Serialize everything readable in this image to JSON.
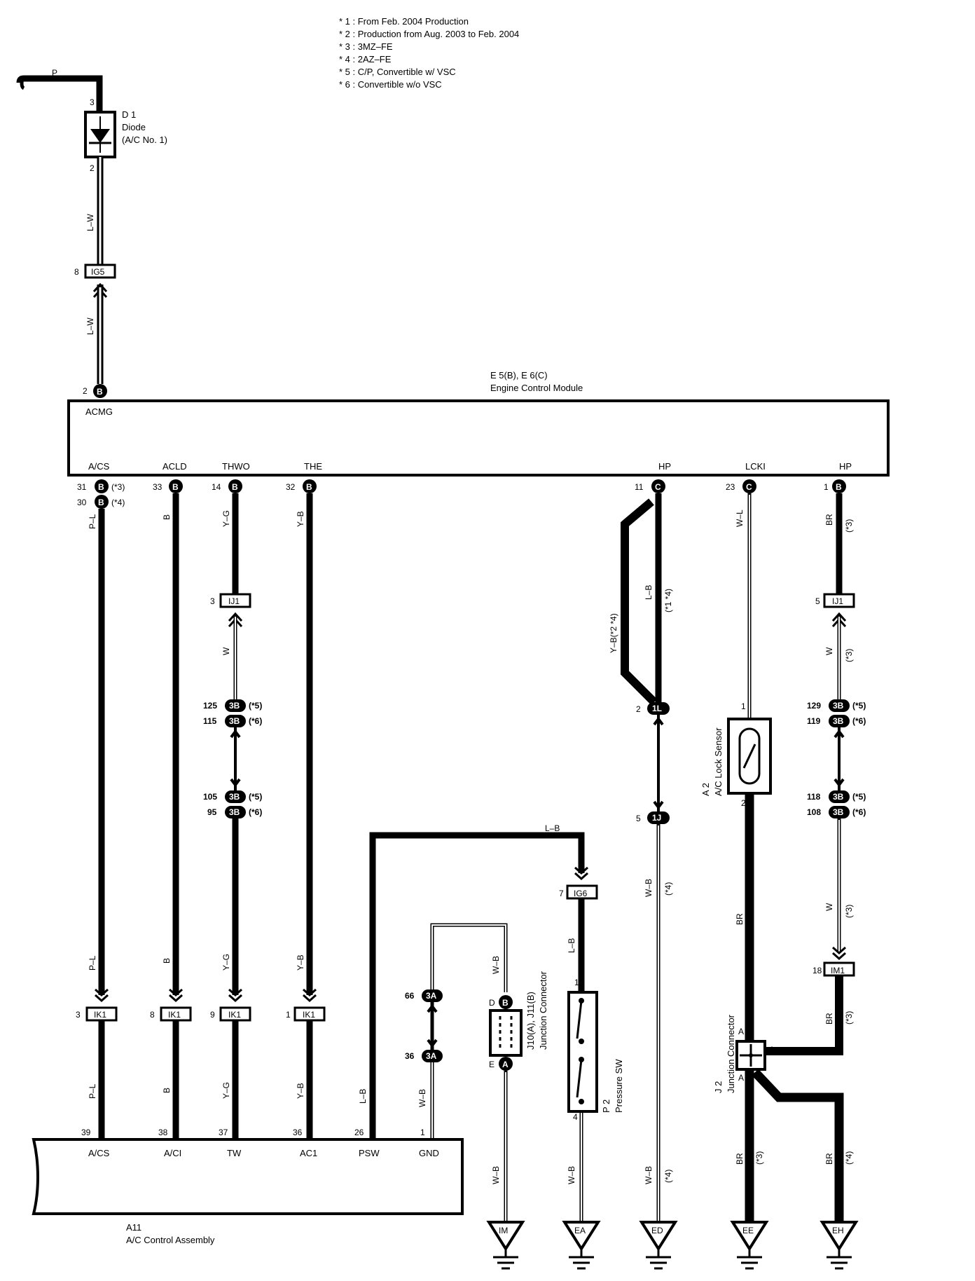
{
  "notes": [
    "* 1 : From Feb.  2004 Production",
    "* 2 : Production from Aug.  2003 to Feb.  2004",
    "* 3 : 3MZ–FE",
    "* 4 : 2AZ–FE",
    "* 5 : C/P,  Convertible w/ VSC",
    "* 6 : Convertible w/o VSC"
  ],
  "diode": {
    "ref": "D 1",
    "name": "Diode",
    "sub": "(A/C No. 1)",
    "pin_top": "3",
    "pin_bottom": "2"
  },
  "ecm": {
    "ref": "E 5(B), E 6(C)",
    "name": "Engine Control Module",
    "top_pin": "2",
    "top_conn": "B",
    "top_term": "ACMG",
    "terms": [
      "A/CS",
      "ACLD",
      "THWO",
      "THE",
      "HP",
      "LCKI",
      "HP"
    ],
    "pins": [
      "31",
      "33",
      "14",
      "32",
      "11",
      "23",
      "1"
    ],
    "conns": [
      "B",
      "B",
      "B",
      "B",
      "C",
      "C",
      "B"
    ],
    "pin_extra": "30",
    "pin_extra_conn": "B",
    "note_31": "(*3)",
    "note_30": "(*4)"
  },
  "ac_ctrl": {
    "ref": "A11",
    "name": "A/C Control Assembly",
    "terms": [
      "A/CS",
      "A/CI",
      "TW",
      "AC1",
      "PSW",
      "GND"
    ],
    "pins": [
      "39",
      "38",
      "37",
      "36",
      "26",
      "1"
    ]
  },
  "wires": {
    "p": "P",
    "lw1": "L–W",
    "lw2": "L–W",
    "pl1": "P–L",
    "pl2": "P–L",
    "pl3": "P–L",
    "b1": "B",
    "b2": "B",
    "b3": "B",
    "yg1": "Y–G",
    "yg2": "Y–G",
    "yg3": "Y–G",
    "w_thwo": "W",
    "yb1": "Y–B",
    "yb2": "Y–B",
    "yb3": "Y–B",
    "lb_psw": "L–B",
    "lb_top": "L–B",
    "lb_ig6": "L–B",
    "wb_gnd": "W–B",
    "wb_j": "W–B",
    "wb_j2": "W–B",
    "wb_p2": "W–B",
    "yb_hp": "Y–B(*2 *4)",
    "lb_hp": "L–B",
    "lb_hp_note": "(*1 *4)",
    "wb_hp": "W–B",
    "wb_hp_note": "(*4)",
    "wb_hp2": "W–B",
    "wb_hp2_note": "(*4)",
    "wl": "W–L",
    "br_a2": "BR",
    "br_ee": "BR",
    "br_ee_note": "(*3)",
    "br_hp": "BR",
    "br_hp_note": "(*3)",
    "w_hp": "W",
    "w_hp_note": "(*3)",
    "w_hp2": "W",
    "w_hp2_note": "(*3)",
    "br_im1": "BR",
    "br_im1_note": "(*3)",
    "br_eh": "BR",
    "br_eh_note": "(*4)"
  },
  "connectors": {
    "ig5": "IG5",
    "ig5_pin": "8",
    "ik1": "IK1",
    "ik1_pins": [
      "3",
      "8",
      "9",
      "1"
    ],
    "ij1": "IJ1",
    "ij1_pin_a": "3",
    "ij1_pin_b": "5",
    "c3b": "3B",
    "c3b_pins": [
      "125",
      "115",
      "105",
      "95"
    ],
    "c3b_hp_pins": [
      "129",
      "119",
      "118",
      "108"
    ],
    "note5": "(*5)",
    "note6": "(*6)",
    "c1l": "1L",
    "c1l_pin": "2",
    "c1j": "1J",
    "c1j_pin": "5",
    "ig6": "IG6",
    "ig6_pin": "7",
    "c3a": "3A",
    "c3a_pins": [
      "66",
      "36"
    ],
    "im1": "IM1",
    "im1_pin": "18"
  },
  "j10": {
    "name": "J10(A), J11(B)",
    "sub": "Junction Connector",
    "pin_d": "D",
    "conn_d": "B",
    "pin_e": "E",
    "conn_e": "A"
  },
  "j2": {
    "name": "J 2",
    "sub": "Junction Connector",
    "pin_a": "A"
  },
  "p2": {
    "name": "P 2",
    "sub": "Pressure SW",
    "pin1": "1",
    "pin4": "4"
  },
  "a2": {
    "name": "A 2",
    "sub": "A/C Lock Sensor",
    "pin1": "1",
    "pin2": "2"
  },
  "grounds": [
    "IM",
    "EA",
    "ED",
    "EE",
    "EH"
  ]
}
